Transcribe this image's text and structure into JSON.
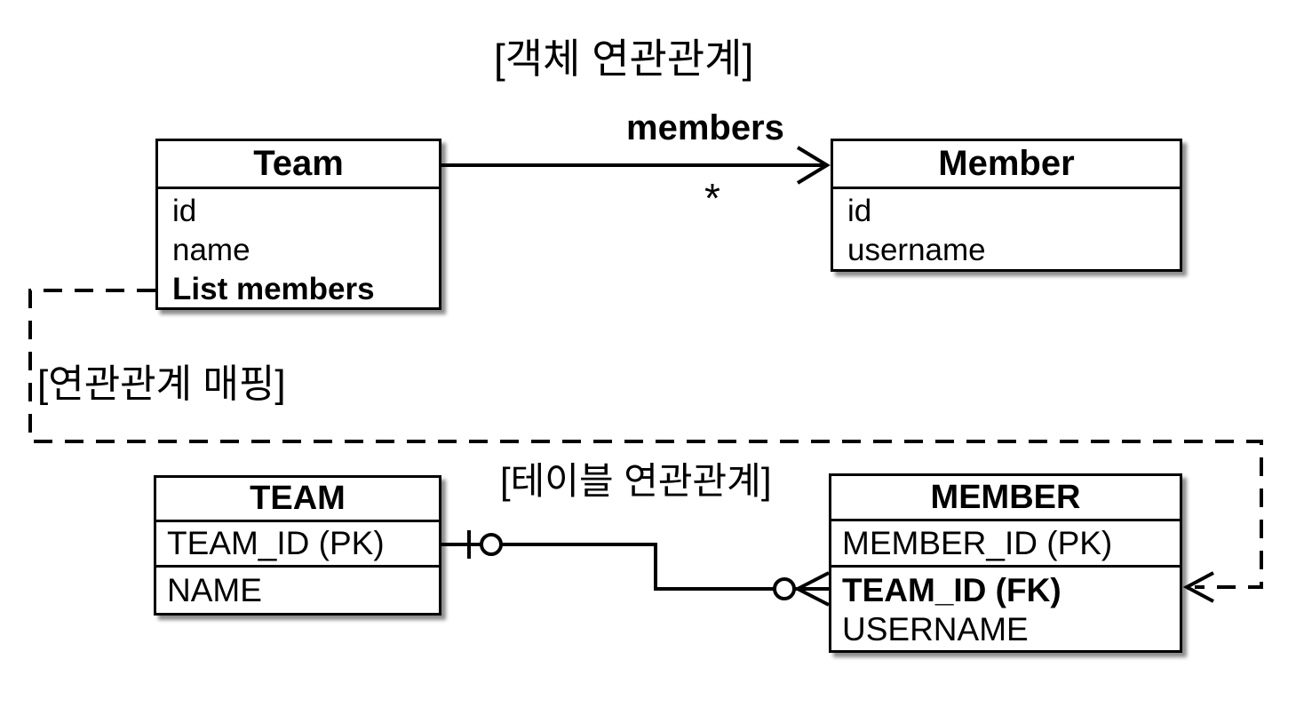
{
  "object_section": {
    "title": "[객체 연관관계]",
    "team_class": {
      "title": "Team",
      "fields": [
        "id",
        "name",
        "List members"
      ]
    },
    "member_class": {
      "title": "Member",
      "fields": [
        "id",
        "username"
      ]
    },
    "association": {
      "label": "members",
      "multiplicity": "*"
    }
  },
  "mapping_section": {
    "label": "[연관관계 매핑]"
  },
  "table_section": {
    "title": "[테이블 연관관계]",
    "team_table": {
      "title": "TEAM",
      "rows": [
        "TEAM_ID (PK)",
        "NAME"
      ]
    },
    "member_table": {
      "title": "MEMBER",
      "rows": [
        "MEMBER_ID (PK)",
        "TEAM_ID (FK)",
        "USERNAME"
      ]
    }
  },
  "colors": {
    "line": "#000000",
    "box_fill": "#ffffff",
    "text": "#000000"
  }
}
